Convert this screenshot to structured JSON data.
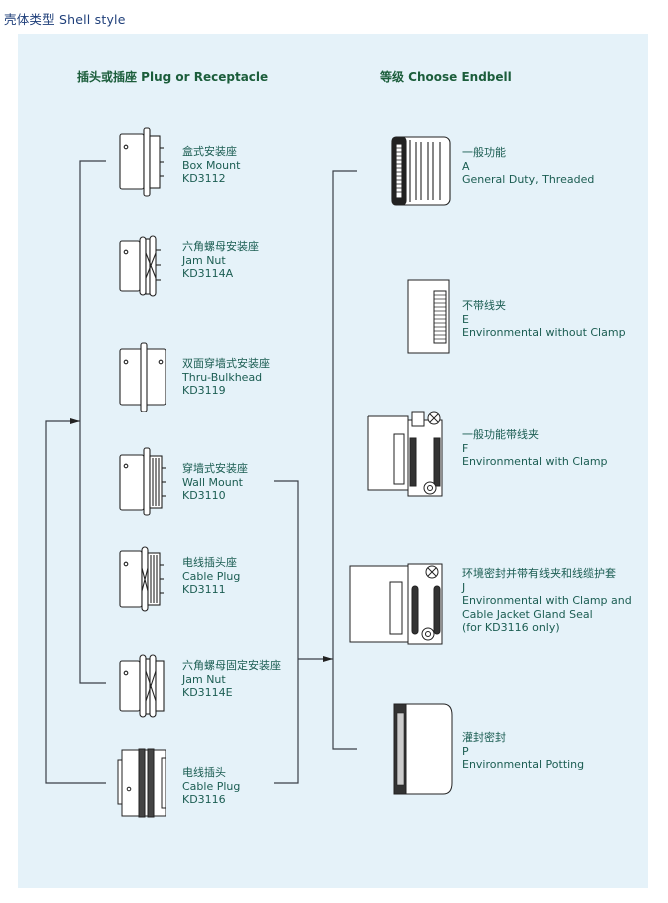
{
  "page": {
    "title": "壳体类型  Shell style"
  },
  "columns": {
    "left_header": "插头或插座  Plug or Receptacle",
    "right_header": "等级  Choose Endbell"
  },
  "shells": [
    {
      "cn": "盒式安装座",
      "en": "Box Mount",
      "code": "KD3112",
      "icon": "box-mount-connector-icon"
    },
    {
      "cn": "六角螺母安装座",
      "en": "Jam Nut",
      "code": "KD3114A",
      "icon": "jam-nut-connector-icon"
    },
    {
      "cn": "双面穿墙式安装座",
      "en": "Thru-Bulkhead",
      "code": "KD3119",
      "icon": "thru-bulkhead-connector-icon"
    },
    {
      "cn": "穿墙式安装座",
      "en": "Wall Mount",
      "code": "KD3110",
      "icon": "wall-mount-connector-icon"
    },
    {
      "cn": "电线插头座",
      "en": "Cable Plug",
      "code": "KD3111",
      "icon": "cable-plug-receptacle-icon"
    },
    {
      "cn": "六角螺母固定安装座",
      "en": "Jam Nut",
      "code": "KD3114E",
      "icon": "jam-nut-fixed-connector-icon"
    },
    {
      "cn": "电线插头",
      "en": "Cable Plug",
      "code": "KD3116",
      "icon": "cable-plug-icon"
    }
  ],
  "endbells": [
    {
      "cn": "一般功能",
      "code": "A",
      "en": [
        "General Duty, Threaded"
      ],
      "icon": "threaded-endbell-icon"
    },
    {
      "cn": "不带线夹",
      "code": "E",
      "en": [
        "Environmental without Clamp"
      ],
      "icon": "endbell-without-clamp-icon"
    },
    {
      "cn": "一般功能带线夹",
      "code": "F",
      "en": [
        "Environmental with Clamp"
      ],
      "icon": "endbell-with-clamp-icon"
    },
    {
      "cn": "环境密封并带有线夹和线缆护套",
      "code": "J",
      "en": [
        "Environmental with Clamp and",
        "Cable Jacket Gland Seal",
        "(for KD3116 only)"
      ],
      "icon": "endbell-clamp-gland-seal-icon"
    },
    {
      "cn": "灌封密封",
      "code": "P",
      "en": [
        "Environmental Potting"
      ],
      "icon": "potting-endbell-icon"
    }
  ],
  "colors": {
    "panel_bg": "#e5f2f9",
    "header_green": "#1b5d3b",
    "label_teal": "#1b5d52",
    "title_blue": "#1f3f7a",
    "line": "#3a3f47"
  }
}
